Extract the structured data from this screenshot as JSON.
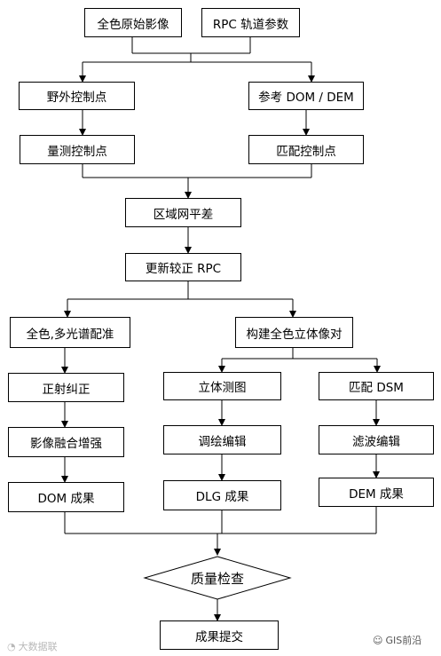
{
  "nodes": {
    "pan_raw_image": "全色原始影像",
    "rpc_orbit_params": "RPC 轨道参数",
    "field_gcp": "野外控制点",
    "ref_dom_dem": "参考 DOM / DEM",
    "measure_gcp": "量测控制点",
    "match_gcp": "匹配控制点",
    "block_adjustment": "区域网平差",
    "update_rpc": "更新较正 RPC",
    "pan_ms_registration": "全色,多光谱配准",
    "build_stereo_pair": "构建全色立体像对",
    "ortho_correction": "正射纠正",
    "image_fusion": "影像融合增强",
    "dom_result": "DOM 成果",
    "stereo_mapping": "立体测图",
    "edit_drawing": "调绘编辑",
    "dlg_result": "DLG 成果",
    "match_dsm": "匹配 DSM",
    "filter_edit": "滤波编辑",
    "dem_result": "DEM 成果",
    "quality_check": "质量检查",
    "submit_result": "成果提交"
  },
  "watermarks": {
    "left": "大数据联",
    "right": "GIS前沿"
  }
}
